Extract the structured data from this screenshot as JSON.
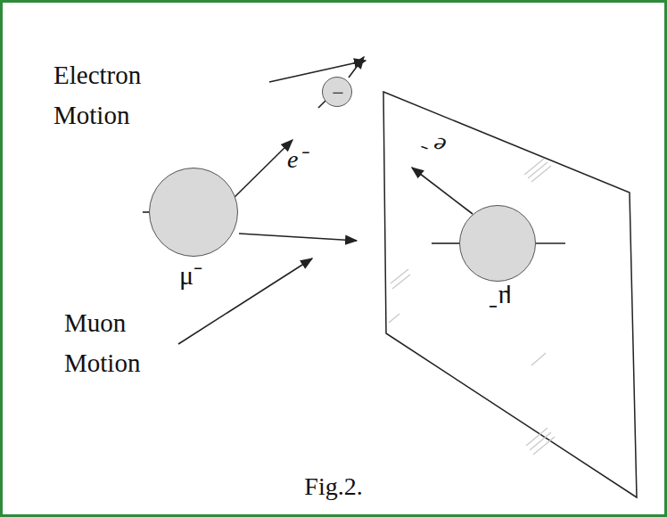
{
  "diagram": {
    "caption": "Fig.2.",
    "nodes": [
      {
        "text": [
          "−"
        ]
      },
      {
        "text": [
          "μ⁻"
        ]
      },
      {
        "text": [
          "μ⁻"
        ]
      }
    ],
    "labels": [
      "Electron Motion",
      "e⁻",
      "Muon Motion",
      "e⁻"
    ]
  }
}
